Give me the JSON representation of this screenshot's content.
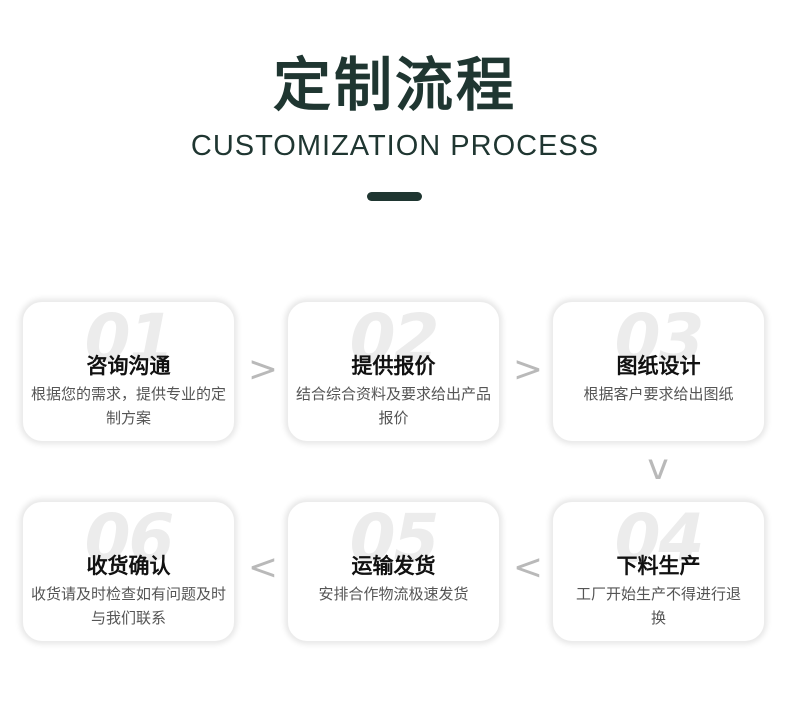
{
  "header": {
    "title": "定制流程",
    "subtitle": "CUSTOMIZATION PROCESS"
  },
  "steps": [
    {
      "num": "01",
      "title": "咨询沟通",
      "desc": "根据您的需求，提供专业的定制方案"
    },
    {
      "num": "02",
      "title": "提供报价",
      "desc": "结合综合资料及要求给出产品报价"
    },
    {
      "num": "03",
      "title": "图纸设计",
      "desc": "根据客户要求给出图纸"
    },
    {
      "num": "04",
      "title": "下料生产",
      "desc": "工厂开始生产不得进行退换"
    },
    {
      "num": "05",
      "title": "运输发货",
      "desc": "安排合作物流极速发货"
    },
    {
      "num": "06",
      "title": "收货确认",
      "desc": "收货请及时检查如有问题及时与我们联系"
    }
  ],
  "arrows": [
    ">",
    ">",
    "v",
    "<",
    "<"
  ],
  "colors": {
    "accent": "#1f3631",
    "number": "#ececec",
    "arrow": "#b9b9b9"
  }
}
